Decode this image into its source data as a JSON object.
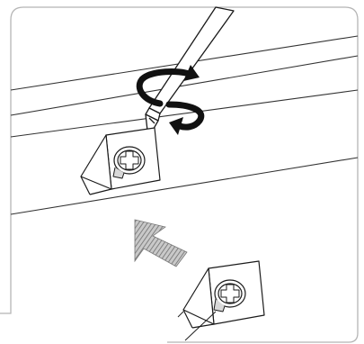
{
  "figure": {
    "panel": "illustration-panel",
    "parts": [
      {
        "name": "wall-panel",
        "icon": "panel-lines-icon"
      },
      {
        "name": "screwdriver",
        "icon": "screwdriver-icon"
      },
      {
        "name": "rotation-arrow",
        "icon": "clockwise-rotate-icon"
      },
      {
        "name": "mounted-corner-bracket",
        "icon": "corner-bracket-icon"
      },
      {
        "name": "push-arrow",
        "icon": "hatched-arrow-icon"
      },
      {
        "name": "loose-corner-bracket",
        "icon": "corner-bracket-icon"
      }
    ],
    "colors": {
      "line": "#1a1a1a",
      "frame": "#b5b5b5",
      "arrow_fill": "#9a9a9a",
      "screw_shade": "#d8d8d8"
    }
  }
}
